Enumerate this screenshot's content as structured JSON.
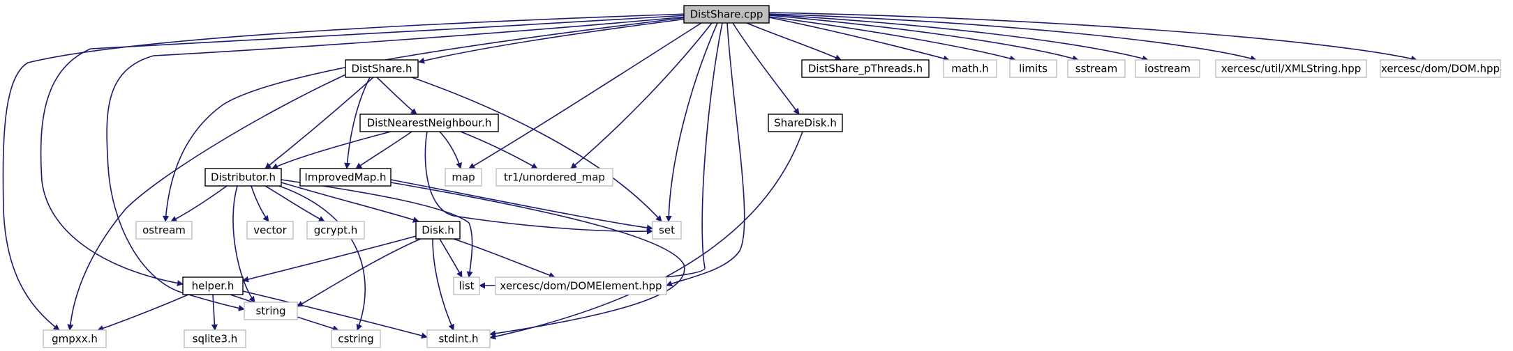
{
  "graph": {
    "colors": {
      "edge": "#191970",
      "project_border": "#000000",
      "external_border": "#bfbfbf",
      "root_fill": "#bfbfbf",
      "node_fill": "#ffffff",
      "text": "#000000"
    },
    "nodes": [
      {
        "id": "distshare_cpp",
        "label": "DistShare.cpp",
        "kind": "root"
      },
      {
        "id": "distshare_h",
        "label": "DistShare.h",
        "kind": "project"
      },
      {
        "id": "distshare_pthreads_h",
        "label": "DistShare_pThreads.h",
        "kind": "project"
      },
      {
        "id": "math_h",
        "label": "math.h",
        "kind": "external"
      },
      {
        "id": "limits",
        "label": "limits",
        "kind": "external"
      },
      {
        "id": "sstream",
        "label": "sstream",
        "kind": "external"
      },
      {
        "id": "iostream",
        "label": "iostream",
        "kind": "external"
      },
      {
        "id": "xmlstring_hpp",
        "label": "xercesc/util/XMLString.hpp",
        "kind": "external"
      },
      {
        "id": "dom_hpp",
        "label": "xercesc/dom/DOM.hpp",
        "kind": "external"
      },
      {
        "id": "distnearestneighbour_h",
        "label": "DistNearestNeighbour.h",
        "kind": "project"
      },
      {
        "id": "sharedisk_h",
        "label": "ShareDisk.h",
        "kind": "project"
      },
      {
        "id": "distributor_h",
        "label": "Distributor.h",
        "kind": "project"
      },
      {
        "id": "improvedmap_h",
        "label": "ImprovedMap.h",
        "kind": "project"
      },
      {
        "id": "map",
        "label": "map",
        "kind": "external"
      },
      {
        "id": "tr1_unordered_map",
        "label": "tr1/unordered_map",
        "kind": "external"
      },
      {
        "id": "ostream",
        "label": "ostream",
        "kind": "external"
      },
      {
        "id": "vector",
        "label": "vector",
        "kind": "external"
      },
      {
        "id": "gcrypt_h",
        "label": "gcrypt.h",
        "kind": "external"
      },
      {
        "id": "disk_h",
        "label": "Disk.h",
        "kind": "project"
      },
      {
        "id": "set",
        "label": "set",
        "kind": "external"
      },
      {
        "id": "helper_h",
        "label": "helper.h",
        "kind": "project"
      },
      {
        "id": "string",
        "label": "string",
        "kind": "external"
      },
      {
        "id": "list",
        "label": "list",
        "kind": "external"
      },
      {
        "id": "domelement_hpp",
        "label": "xercesc/dom/DOMElement.hpp",
        "kind": "external"
      },
      {
        "id": "gmpxx_h",
        "label": "gmpxx.h",
        "kind": "external"
      },
      {
        "id": "sqlite3_h",
        "label": "sqlite3.h",
        "kind": "external"
      },
      {
        "id": "cstring",
        "label": "cstring",
        "kind": "external"
      },
      {
        "id": "stdint_h",
        "label": "stdint.h",
        "kind": "external"
      }
    ],
    "edges": [
      {
        "from": "distshare_cpp",
        "to": "distshare_h"
      },
      {
        "from": "distshare_cpp",
        "to": "distshare_pthreads_h"
      },
      {
        "from": "distshare_cpp",
        "to": "math_h"
      },
      {
        "from": "distshare_cpp",
        "to": "limits"
      },
      {
        "from": "distshare_cpp",
        "to": "sstream"
      },
      {
        "from": "distshare_cpp",
        "to": "iostream"
      },
      {
        "from": "distshare_cpp",
        "to": "xmlstring_hpp"
      },
      {
        "from": "distshare_cpp",
        "to": "dom_hpp"
      },
      {
        "from": "distshare_cpp",
        "to": "sharedisk_h"
      },
      {
        "from": "distshare_cpp",
        "to": "map"
      },
      {
        "from": "distshare_cpp",
        "to": "tr1_unordered_map"
      },
      {
        "from": "distshare_cpp",
        "to": "set"
      },
      {
        "from": "distshare_cpp",
        "to": "list"
      },
      {
        "from": "distshare_cpp",
        "to": "ostream"
      },
      {
        "from": "distshare_cpp",
        "to": "string"
      },
      {
        "from": "distshare_cpp",
        "to": "helper_h"
      },
      {
        "from": "distshare_cpp",
        "to": "gmpxx_h"
      },
      {
        "from": "distshare_cpp",
        "to": "domelement_hpp"
      },
      {
        "from": "distshare_h",
        "to": "distnearestneighbour_h"
      },
      {
        "from": "distshare_h",
        "to": "distributor_h"
      },
      {
        "from": "distshare_h",
        "to": "improvedmap_h"
      },
      {
        "from": "distshare_h",
        "to": "set"
      },
      {
        "from": "distshare_h",
        "to": "gmpxx_h"
      },
      {
        "from": "distnearestneighbour_h",
        "to": "distributor_h"
      },
      {
        "from": "distnearestneighbour_h",
        "to": "improvedmap_h"
      },
      {
        "from": "distnearestneighbour_h",
        "to": "map"
      },
      {
        "from": "distnearestneighbour_h",
        "to": "tr1_unordered_map"
      },
      {
        "from": "distnearestneighbour_h",
        "to": "set"
      },
      {
        "from": "improvedmap_h",
        "to": "set"
      },
      {
        "from": "improvedmap_h",
        "to": "stdint_h"
      },
      {
        "from": "distributor_h",
        "to": "ostream"
      },
      {
        "from": "distributor_h",
        "to": "vector"
      },
      {
        "from": "distributor_h",
        "to": "gcrypt_h"
      },
      {
        "from": "distributor_h",
        "to": "disk_h"
      },
      {
        "from": "distributor_h",
        "to": "string"
      },
      {
        "from": "distributor_h",
        "to": "cstring"
      },
      {
        "from": "distributor_h",
        "to": "list"
      },
      {
        "from": "disk_h",
        "to": "helper_h"
      },
      {
        "from": "disk_h",
        "to": "string"
      },
      {
        "from": "disk_h",
        "to": "list"
      },
      {
        "from": "disk_h",
        "to": "domelement_hpp"
      },
      {
        "from": "disk_h",
        "to": "stdint_h"
      },
      {
        "from": "helper_h",
        "to": "gmpxx_h"
      },
      {
        "from": "helper_h",
        "to": "sqlite3_h"
      },
      {
        "from": "helper_h",
        "to": "cstring"
      },
      {
        "from": "helper_h",
        "to": "stdint_h"
      },
      {
        "from": "sharedisk_h",
        "to": "stdint_h"
      }
    ]
  }
}
